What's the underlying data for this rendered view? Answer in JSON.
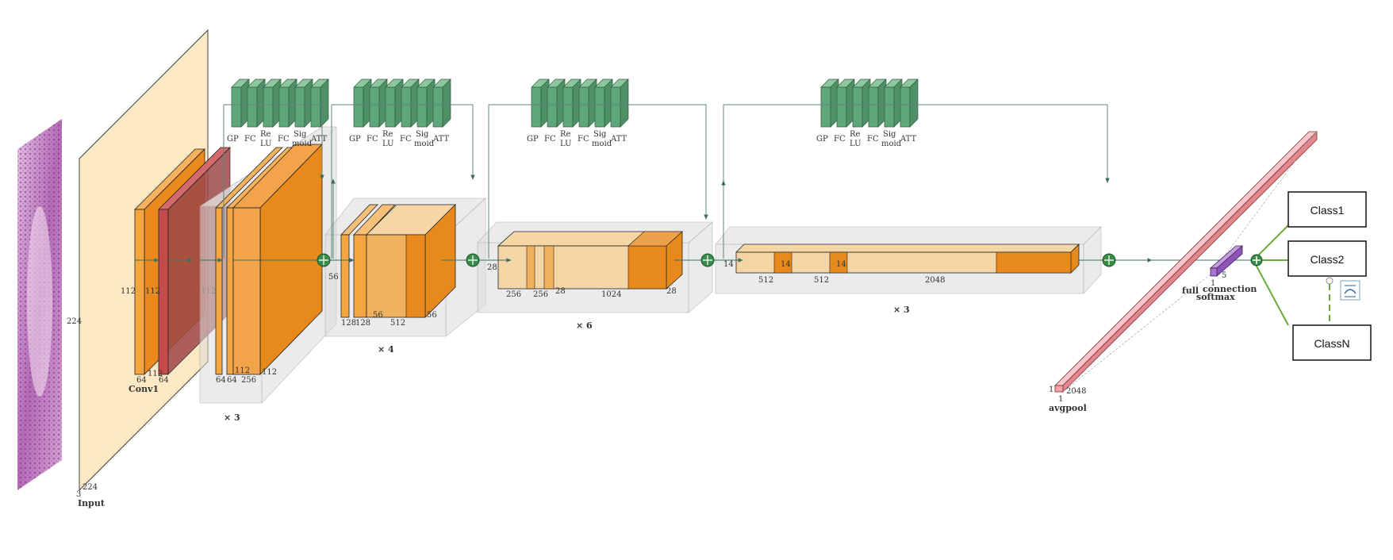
{
  "colors": {
    "input_plane": "#fde9c4",
    "conv": "#f5a030",
    "conv_dark": "#e8891c",
    "relu": "#c44b4b",
    "se_block": "#5fa77a",
    "block_box": "#e6e6e6",
    "pool": "#f4a3a8",
    "fc": "#8e55b8",
    "plus": "#3a8a4a",
    "class_line": "#6aaa3c"
  },
  "input": {
    "label": "Input",
    "size_224": "224",
    "dim_3": "3",
    "dim_224": "224"
  },
  "conv1": {
    "label": "Conv1",
    "h1": "112",
    "h2": "112",
    "h3": "112",
    "c1": "64",
    "c2": "64",
    "d1": "112"
  },
  "stage1": {
    "h": "112",
    "c1": "64",
    "c2": "64",
    "c3": "256",
    "d1": "112",
    "d2": "112",
    "repeat": "× 3"
  },
  "stage2": {
    "h": "56",
    "c1": "128",
    "c2": "128",
    "c3": "512",
    "d1": "56",
    "d2": "56",
    "repeat": "× 4"
  },
  "stage3": {
    "h": "28",
    "c1": "256",
    "c2": "256",
    "c3": "1024",
    "d1": "28",
    "d2": "28",
    "repeat": "× 6"
  },
  "stage4": {
    "h": "14",
    "c1": "512",
    "c2": "512",
    "c3": "2048",
    "d1": "14",
    "d2": "14",
    "repeat": "× 3"
  },
  "se_labels": {
    "gp": "GP",
    "fc": "FC",
    "re": "Re",
    "lu": "LU",
    "fc2": "FC",
    "sig": "Sig",
    "moid": "moid",
    "att": "ATT"
  },
  "avgpool": {
    "label": "avgpool",
    "d1": "1",
    "d2": "1",
    "d3": "2048"
  },
  "fc": {
    "label1": "full",
    "label2": "connection",
    "label3": "softmax",
    "d1": "1",
    "d2": "5"
  },
  "classes": [
    "Class1",
    "Class2",
    "ClassN"
  ]
}
